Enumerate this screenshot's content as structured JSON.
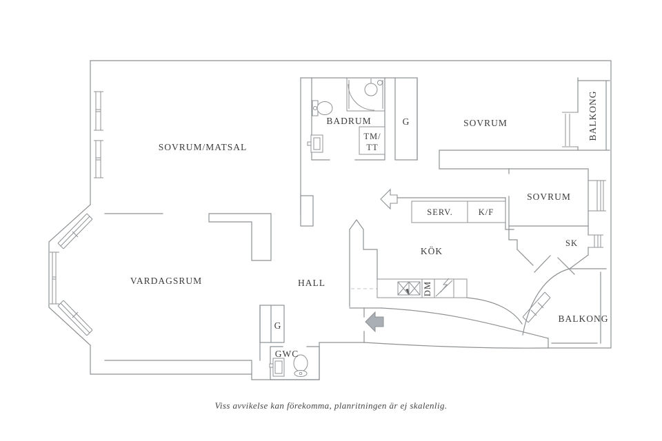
{
  "plan": {
    "caption": "Viss avvikelse kan förekomma, planritningen är ej skalenlig.",
    "rooms": {
      "sovrum_matsal": "SOVRUM/MATSAL",
      "badrum": "BADRUM",
      "sovrum_top": "SOVRUM",
      "balkong_top": "BALKONG",
      "sovrum_mid": "SOVRUM",
      "vardagsrum": "VARDAGSRUM",
      "hall": "HALL",
      "kok": "KÖK",
      "gwc": "GWC",
      "sk": "SK",
      "balkong_bottom": "BALKONG"
    },
    "fixtures": {
      "g_badrum": "G",
      "g_hall": "G",
      "tm_line1": "TM/",
      "tm_line2": "TT",
      "serv": "SERV.",
      "kf": "K/F",
      "dm": "DM"
    }
  }
}
